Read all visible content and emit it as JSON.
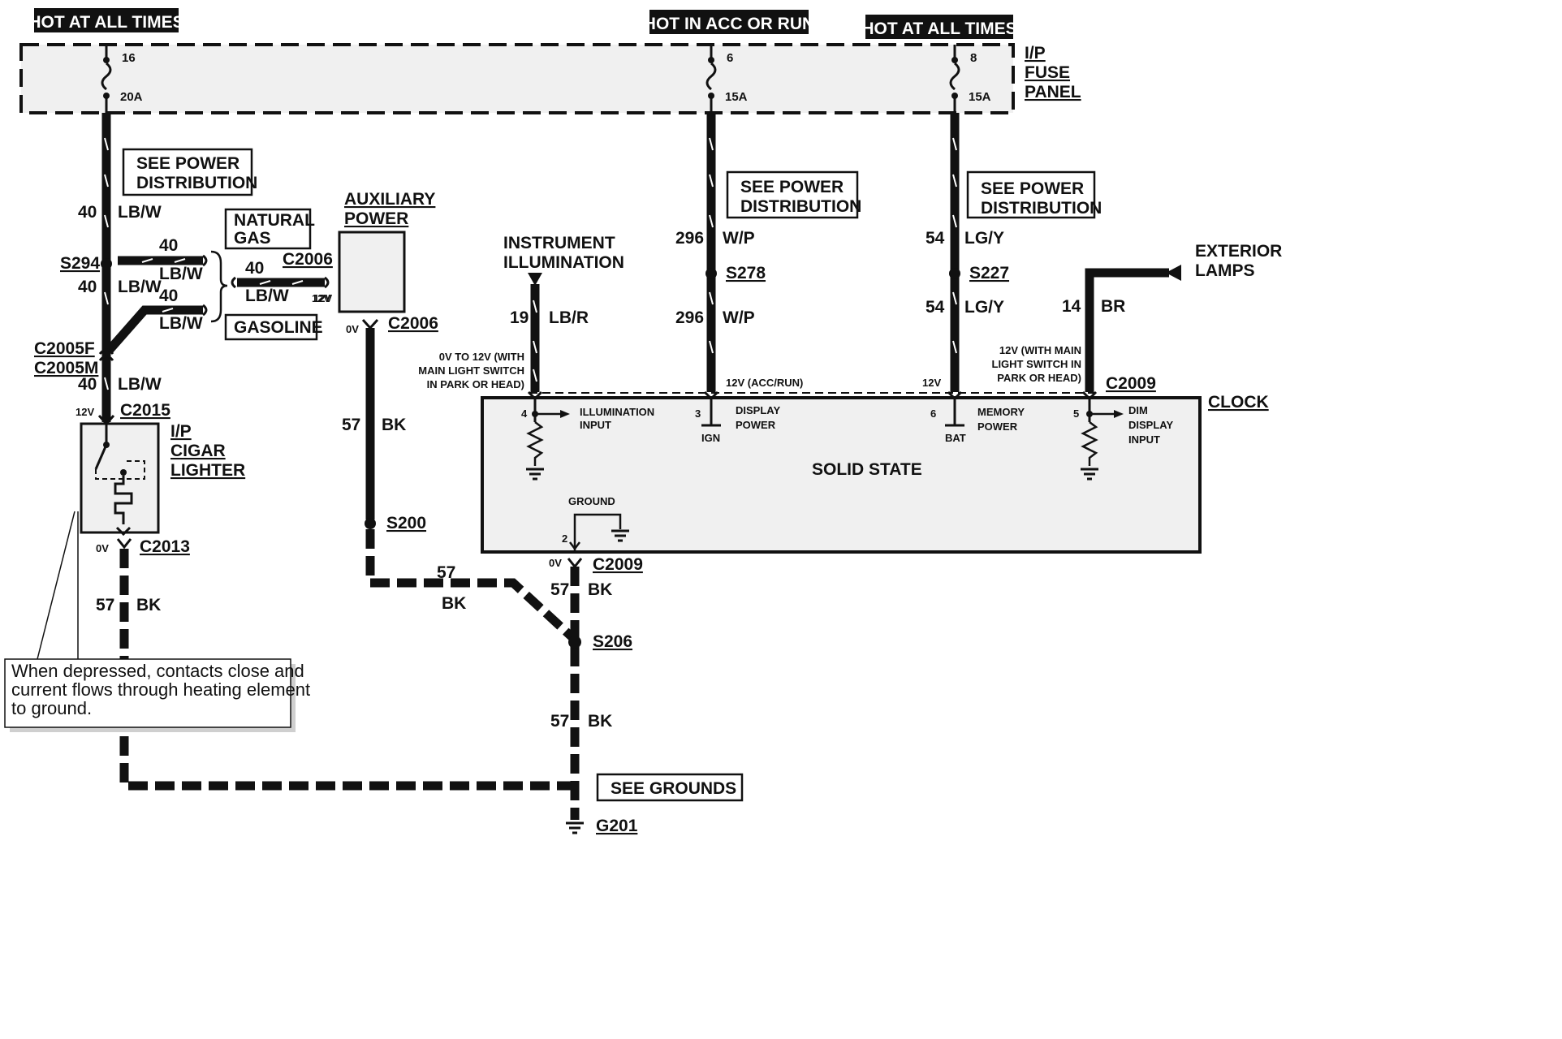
{
  "headers": {
    "hot_always_left": "HOT AT ALL TIMES",
    "hot_acc_run": "HOT IN ACC OR RUN",
    "hot_always_right": "HOT AT ALL TIMES"
  },
  "fuse_panel": {
    "label_line1": "I/P",
    "label_line2": "FUSE",
    "label_line3": "PANEL",
    "fuses": [
      {
        "number": "16",
        "rating": "20A"
      },
      {
        "number": "6",
        "rating": "15A"
      },
      {
        "number": "8",
        "rating": "15A"
      }
    ]
  },
  "see_power_distribution": {
    "line1": "SEE POWER",
    "line2": "DISTRIBUTION"
  },
  "left_circuit": {
    "wire_num": "40",
    "wire_color": "LB/W",
    "splice": "S294",
    "natural_gas_l1": "NATURAL",
    "natural_gas_l2": "GAS",
    "gasoline": "GASOLINE",
    "connector_c2006": "C2006",
    "volt_12v": "12V",
    "c2005f": "C2005F",
    "c2005m": "C2005M",
    "c2015": "C2015",
    "lighter_l1": "I/P",
    "lighter_l2": "CIGAR",
    "lighter_l3": "LIGHTER",
    "volt_0v": "0V",
    "c2013": "C2013",
    "ground_wire_num": "57",
    "ground_wire_color": "BK"
  },
  "aux_power": {
    "label_l1": "AUXILIARY",
    "label_l2": "POWER",
    "volt_12v": "12V",
    "volt_0v": "0V",
    "connector": "C2006",
    "wire_num": "57",
    "wire_color": "BK",
    "splice": "S200"
  },
  "instrument_illumination": {
    "label_l1": "INSTRUMENT",
    "label_l2": "ILLUMINATION",
    "wire_num": "19",
    "wire_color": "LB/R",
    "note_l1": "0V TO 12V (WITH",
    "note_l2": "MAIN LIGHT SWITCH",
    "note_l3": "IN PARK OR HEAD)"
  },
  "acc_circuit": {
    "wire_num": "296",
    "wire_color": "W/P",
    "splice": "S278",
    "volt": "12V (ACC/RUN)"
  },
  "bat_circuit": {
    "wire_num": "54",
    "wire_color": "LG/Y",
    "splice": "S227",
    "volt": "12V"
  },
  "exterior": {
    "label_l1": "EXTERIOR",
    "label_l2": "LAMPS",
    "wire_num": "14",
    "wire_color": "BR",
    "note_l1": "12V (WITH MAIN",
    "note_l2": "LIGHT SWITCH IN",
    "note_l3": "PARK OR HEAD)",
    "connector": "C2009"
  },
  "clock": {
    "label": "CLOCK",
    "solid_state": "SOLID STATE",
    "pins": {
      "p4": "4",
      "p4_l1": "ILLUMINATION",
      "p4_l2": "INPUT",
      "p3": "3",
      "p3_l1": "DISPLAY",
      "p3_l2": "POWER",
      "p3_sub": "IGN",
      "p6": "6",
      "p6_l1": "MEMORY",
      "p6_l2": "POWER",
      "p6_sub": "BAT",
      "p5": "5",
      "p5_l1": "DIM",
      "p5_l2": "DISPLAY",
      "p5_l3": "INPUT",
      "p2": "2",
      "ground": "GROUND"
    },
    "volt_0v": "0V",
    "connector_bottom": "C2009"
  },
  "ground_circuit": {
    "wire_num": "57",
    "wire_color": "BK",
    "splice": "S206",
    "see_grounds": "SEE GROUNDS",
    "ground": "G201"
  },
  "note": {
    "line1": "When depressed, contacts close and",
    "line2": "current flows through heating element",
    "line3": "to ground."
  }
}
